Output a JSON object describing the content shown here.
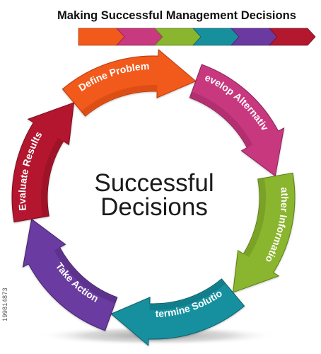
{
  "title": "Making Successful Management Decisions",
  "center": {
    "line1": "Successful",
    "line2": "Decisions"
  },
  "steps": [
    {
      "label": "Define Problem",
      "color": "#f25a1c",
      "dark": "#b83a0a"
    },
    {
      "label": "Develop Alternatives",
      "color": "#c8397f",
      "dark": "#8a2056"
    },
    {
      "label": "Gather Information",
      "color": "#8ab52e",
      "dark": "#5c7d16"
    },
    {
      "label": "Determine Solutions",
      "color": "#17909e",
      "dark": "#0c5f69"
    },
    {
      "label": "Take Action",
      "color": "#6b3aa0",
      "dark": "#45236b"
    },
    {
      "label": "Evaluate Results",
      "color": "#b3182e",
      "dark": "#7a0e1d"
    }
  ],
  "watermark_id": "199814873",
  "colors": {
    "title_text": "#111111",
    "center_text": "#1a1a1a",
    "shadow": "#999999"
  }
}
